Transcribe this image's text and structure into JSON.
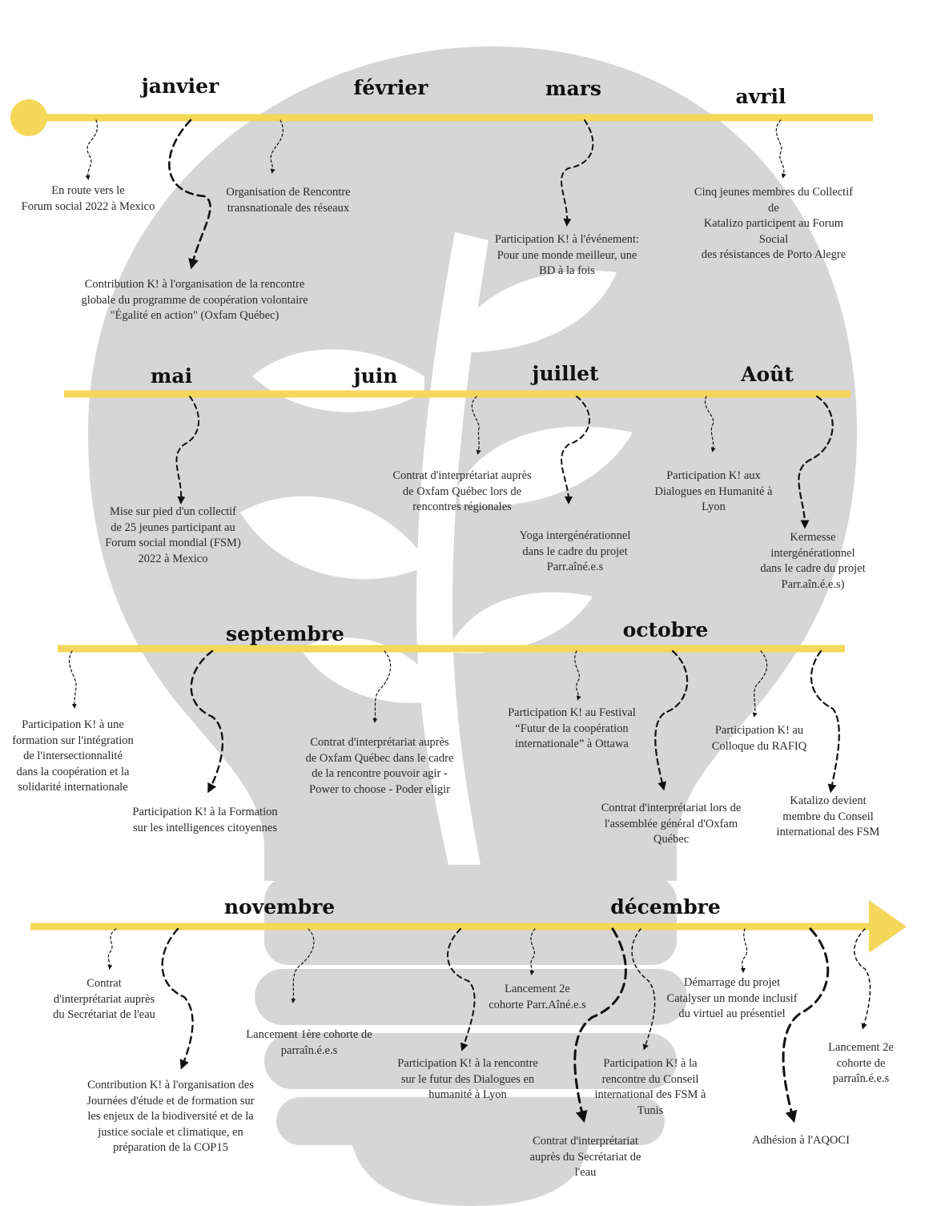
{
  "colors": {
    "timeline": "#f5d75a",
    "silhouette": "#d6d6d6",
    "leaf": "#ffffff",
    "connector": "#111111"
  },
  "months": [
    {
      "id": "janvier",
      "label": "janvier"
    },
    {
      "id": "fevrier",
      "label": "février"
    },
    {
      "id": "mars",
      "label": "mars"
    },
    {
      "id": "avril",
      "label": "avril"
    },
    {
      "id": "mai",
      "label": "mai"
    },
    {
      "id": "juin",
      "label": "juin"
    },
    {
      "id": "juillet",
      "label": "juillet"
    },
    {
      "id": "aout",
      "label": "Août"
    },
    {
      "id": "septembre",
      "label": "septembre"
    },
    {
      "id": "octobre",
      "label": "octobre"
    },
    {
      "id": "novembre",
      "label": "novembre"
    },
    {
      "id": "decembre",
      "label": "décembre"
    }
  ],
  "events": [
    {
      "id": "en-route",
      "text": "En route vers le\nForum social 2022 à Mexico"
    },
    {
      "id": "rencontre-transnationale",
      "text": "Organisation de Rencontre\ntransnationale des réseaux"
    },
    {
      "id": "egalite-en-action",
      "text": "Contribution K! à l'organisation de la rencontre\nglobale du programme de coopération volontaire\n\"Égalité en action\" (Oxfam Québec)"
    },
    {
      "id": "bd",
      "text": "Participation K! à l'événement:\nPour une monde meilleur, une\nBD à la fois"
    },
    {
      "id": "porto-alegre",
      "text": "Cinq jeunes membres du Collectif de\nKatalizo participent au Forum Social\ndes résistances de Porto Alegre"
    },
    {
      "id": "collectif-fsm",
      "text": "Mise sur pied d'un collectif\nde 25 jeunes participant au\nForum social mondial (FSM)\n2022 à Mexico"
    },
    {
      "id": "interpretariat-regionales",
      "text": "Contrat d'interprétariat auprès\nde Oxfam Québec lors de\nrencontres régionales"
    },
    {
      "id": "yoga",
      "text": "Yoga intergénérationnel\ndans le cadre du projet\nParr.aîné.e.s"
    },
    {
      "id": "dialogues-lyon",
      "text": "Participation K! aux\nDialogues en Humanité à\nLyon"
    },
    {
      "id": "kermesse",
      "text": "Kermesse intergénérationnel\ndans le cadre du projet\nParr.aîn.é.e.s)"
    },
    {
      "id": "intersectionnalite",
      "text": "Participation K! à une\nformation sur l'intégration\nde l'intersectionnalité\ndans la coopération et la\nsolidarité internationale"
    },
    {
      "id": "intelligences-citoyennes",
      "text": "Participation K! à la Formation\nsur les intelligences citoyennes"
    },
    {
      "id": "pouvoir-agir",
      "text": "Contrat d'interprétariat auprès\nde Oxfam Québec dans le cadre\nde la rencontre pouvoir agir -\nPower to choose - Poder eligir"
    },
    {
      "id": "festival-ottawa",
      "text": "Participation K! au Festival\n“Futur de la coopération\ninternationale” à Ottawa"
    },
    {
      "id": "assemblee-oxfam",
      "text": "Contrat d'interprétariat lors de\nl'assemblée général d'Oxfam\nQuébec"
    },
    {
      "id": "rafiq",
      "text": "Participation K! au\nColloque du RAFIQ"
    },
    {
      "id": "conseil-fsm",
      "text": "Katalizo devient\nmembre du Conseil\ninternational des FSM"
    },
    {
      "id": "secretariat-eau-1",
      "text": "Contrat\nd'interprétariat auprès\ndu Secrétariat de l'eau"
    },
    {
      "id": "cop15",
      "text": "Contribution K! à l'organisation des\nJournées d'étude et de formation sur\nles enjeux de la biodiversité et de la\njustice sociale et climatique, en\npréparation de la COP15"
    },
    {
      "id": "cohorte-1",
      "text": "Lancement 1ère cohorte de\nparraîn.é.e.s"
    },
    {
      "id": "futur-dialogues",
      "text": "Participation K! à la rencontre\nsur le futur des Dialogues en\nhumanité à Lyon"
    },
    {
      "id": "cohorte-2-parr",
      "text": "Lancement 2e\ncohorte Parr.Aîné.e.s"
    },
    {
      "id": "secretariat-eau-2",
      "text": "Contrat d'interprétariat\nauprès du Secrétariat de\nl'eau"
    },
    {
      "id": "conseil-tunis",
      "text": "Participation K! à la\nrencontre du Conseil\ninternational des FSM à\nTunis"
    },
    {
      "id": "catalyser",
      "text": "Démarrage du projet\nCatalyser un monde inclusif\ndu virtuel au présentiel"
    },
    {
      "id": "cohorte-2-parrains",
      "text": "Lancement 2e cohorte de\nparraîn.é.e.s"
    },
    {
      "id": "aqoci",
      "text": "Adhésion à l'AQOCI"
    }
  ]
}
